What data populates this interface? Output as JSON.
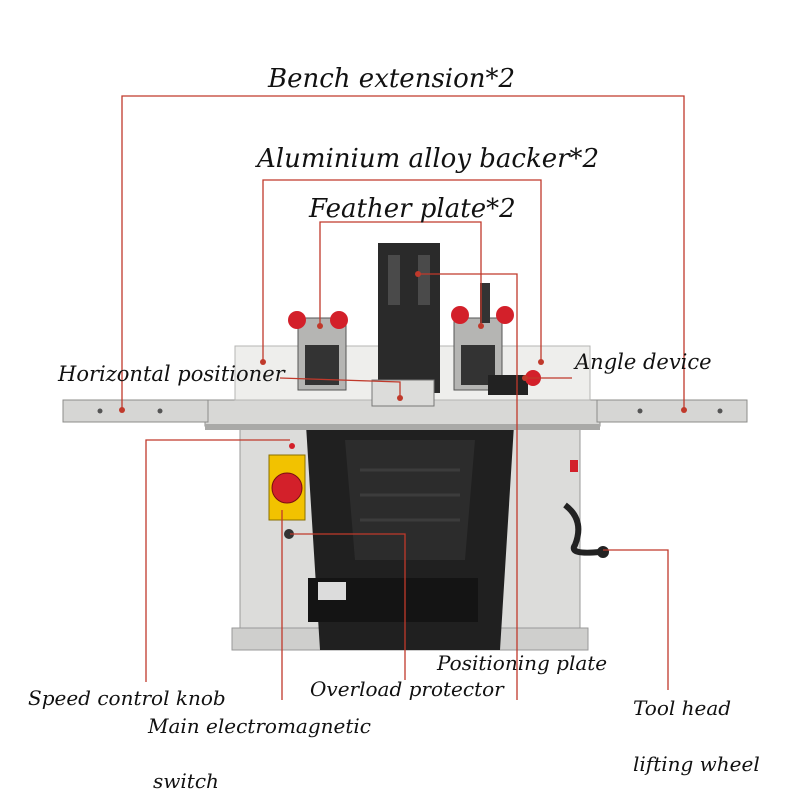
{
  "labels": {
    "bench_extension": "Bench extension*2",
    "aluminium_backer": "Aluminium alloy backer*2",
    "feather_plate": "Feather plate*2",
    "horizontal_positioner": "Horizontal positioner",
    "angle_device": "Angle device",
    "positioning_plate": "Positioning plate",
    "speed_control_knob": "Speed control knob",
    "overload_protector": "Overload protector",
    "main_switch_line1": "Main electromagnetic",
    "main_switch_line2": "switch",
    "tool_head_line1": "Tool head",
    "tool_head_line2": "lifting wheel"
  },
  "colors": {
    "leader_line": "#c0392b",
    "machine_body": "#e4e4e2",
    "machine_dark": "#1e1e1e",
    "knob_red": "#d3202a",
    "switch_yellow": "#f2c200"
  }
}
